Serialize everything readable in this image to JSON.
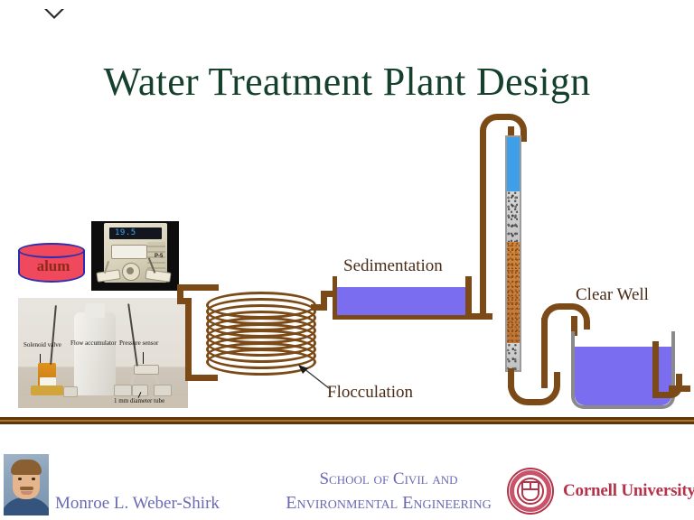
{
  "slide": {
    "title": "Water Treatment Plant Design"
  },
  "diagram": {
    "labels": {
      "sedimentation": "Sedimentation",
      "flocculation": "Flocculation",
      "clear_well": "Clear Well"
    },
    "alum": {
      "label": "alum",
      "fill_color": "#f0485c",
      "outline_color": "#2a2fb0"
    },
    "pump": {
      "display_value": "19.5",
      "display_color": "#3fa6f0",
      "side_label": "P-5"
    },
    "bench_photo": {
      "captions": {
        "solenoid_valve": "Solenoid valve",
        "flow_accumulator": "Flow accumulator",
        "pressure_sensor": "Pressure sensor",
        "tube": "1 mm diameter tube"
      }
    },
    "pipe_color": "#7b4a17",
    "water_color": "#7b6df0",
    "filter_layers": [
      {
        "name": "water",
        "color": "#3f9fe8"
      },
      {
        "name": "gravel-upper",
        "color": "#cccccc"
      },
      {
        "name": "sand",
        "color": "#c8803c"
      },
      {
        "name": "gravel-lower",
        "color": "#c8c8c8"
      }
    ]
  },
  "footer": {
    "presenter_name": "Monroe L. Weber-Shirk",
    "school_line1": "School of Civil and",
    "school_line2": "Environmental Engineering",
    "university": "Cornell University",
    "accent_color": "#6a6ab4",
    "cornell_red": "#b3344a",
    "divider_color": "#5e3609"
  }
}
